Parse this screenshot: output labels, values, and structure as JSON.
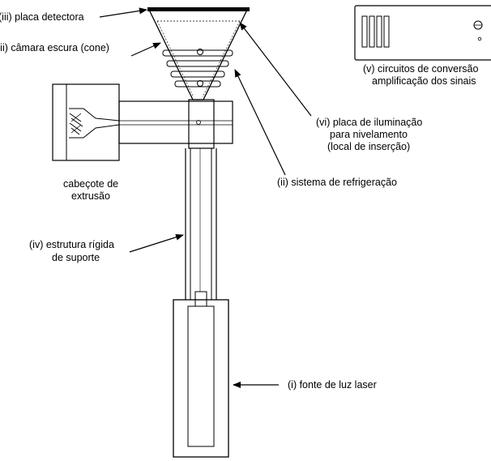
{
  "labels": {
    "detector_plate": "(iii) placa detectora",
    "dark_chamber": "(ii) câmara escura (cone)",
    "conversion_circuits_line1": "(v) circuitos de conversão",
    "conversion_circuits_line2": "amplificação dos sinais",
    "illumination_plate_line1": "(vi) placa de iluminação",
    "illumination_plate_line2": "para nivelamento",
    "illumination_plate_line3": "(local de inserção)",
    "extrusion_head_line1": "cabeçote de",
    "extrusion_head_line2": "extrusão",
    "cooling_system": "(ii) sistema de refrigeração",
    "rigid_structure_line1": "(iv) estrutura rígida",
    "rigid_structure_line2": "de suporte",
    "laser_source": "(i) fonte de luz laser"
  }
}
